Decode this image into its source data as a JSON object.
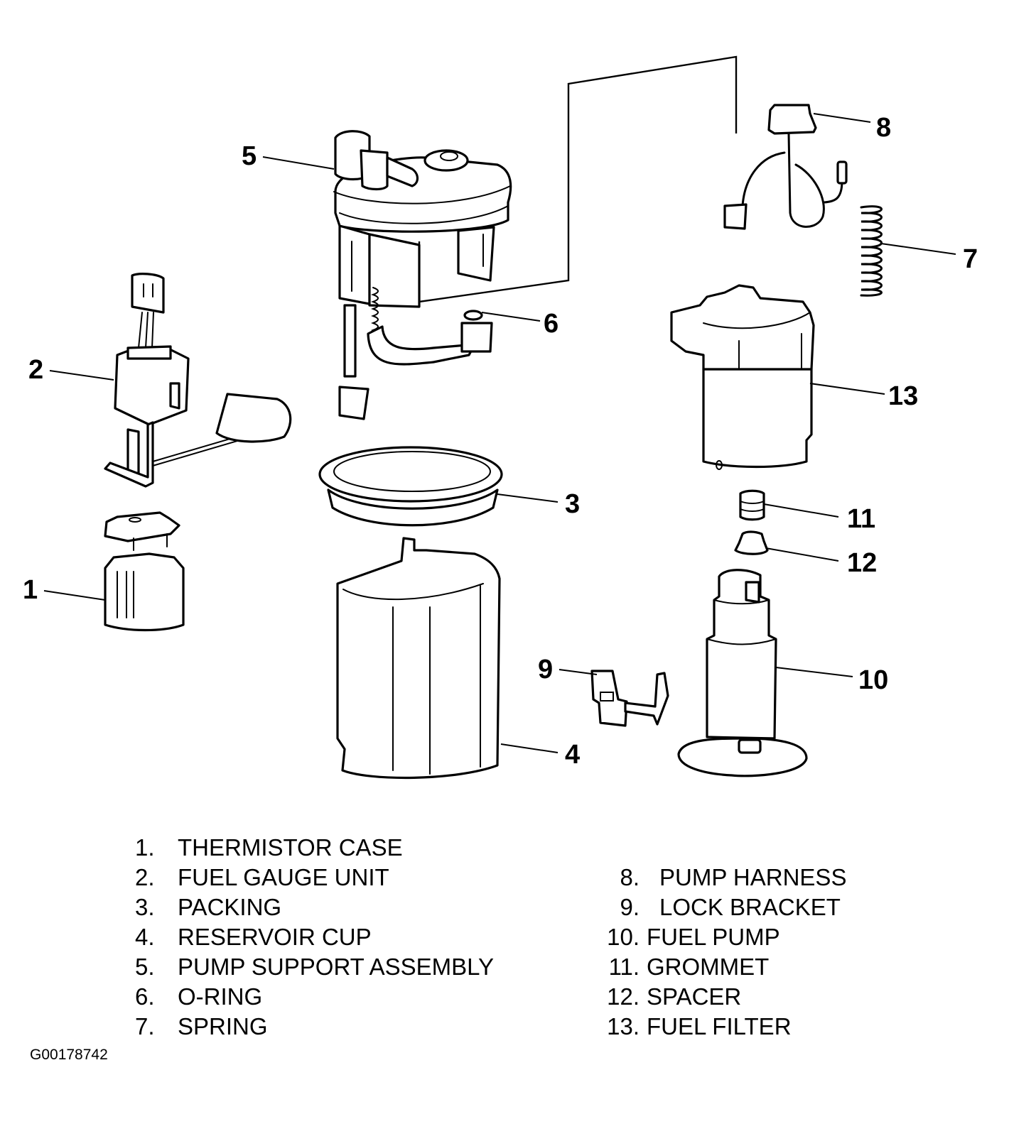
{
  "figure_id": "G00178742",
  "callouts": {
    "c1": "1",
    "c2": "2",
    "c3": "3",
    "c4": "4",
    "c5": "5",
    "c6": "6",
    "c7": "7",
    "c8": "8",
    "c9": "9",
    "c10": "10",
    "c11": "11",
    "c12": "12",
    "c13": "13"
  },
  "legend": {
    "left": [
      {
        "num": "1.",
        "label": "THERMISTOR CASE"
      },
      {
        "num": "2.",
        "label": "FUEL GAUGE UNIT"
      },
      {
        "num": "3.",
        "label": "PACKING"
      },
      {
        "num": "4.",
        "label": "RESERVOIR CUP"
      },
      {
        "num": "5.",
        "label": "PUMP SUPPORT ASSEMBLY"
      },
      {
        "num": "6.",
        "label": "O-RING"
      },
      {
        "num": "7.",
        "label": "SPRING"
      }
    ],
    "right": [
      {
        "num": "8.",
        "label": "PUMP HARNESS"
      },
      {
        "num": "9.",
        "label": "LOCK BRACKET"
      },
      {
        "num": "10.",
        "label": "FUEL PUMP"
      },
      {
        "num": "11.",
        "label": "GROMMET"
      },
      {
        "num": "12.",
        "label": "SPACER"
      },
      {
        "num": "13.",
        "label": "FUEL FILTER"
      }
    ]
  },
  "colors": {
    "ink": "#000000",
    "paper": "#ffffff"
  }
}
